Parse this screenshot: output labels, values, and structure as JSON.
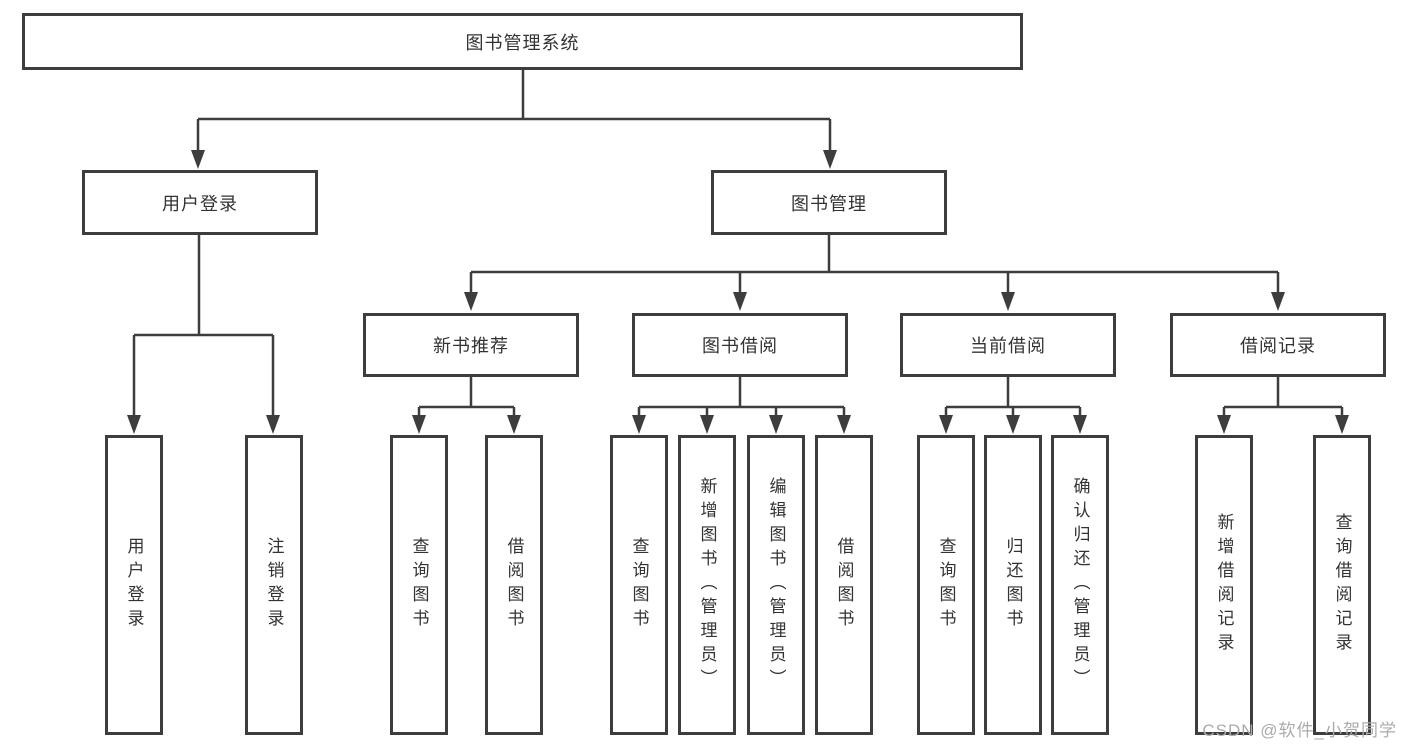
{
  "diagram": {
    "title": "图书管理系统",
    "user_login": {
      "label": "用户登录",
      "children": [
        "用户登录",
        "注销登录"
      ]
    },
    "book_management": {
      "label": "图书管理",
      "sections": [
        {
          "label": "新书推荐",
          "children": [
            "查询图书",
            "借阅图书"
          ]
        },
        {
          "label": "图书借阅",
          "children": [
            "查询图书",
            "新增图书（管理员）",
            "编辑图书（管理员）",
            "借阅图书"
          ]
        },
        {
          "label": "当前借阅",
          "children": [
            "查询图书",
            "归还图书",
            "确认归还（管理员）"
          ]
        },
        {
          "label": "借阅记录",
          "children": [
            "新增借阅记录",
            "查询借阅记录"
          ]
        }
      ]
    },
    "colors": {
      "line": "#3d3d3d",
      "text": "#333333",
      "watermark": "#ababab"
    }
  },
  "watermark": "CSDN @软件_小贺同学"
}
